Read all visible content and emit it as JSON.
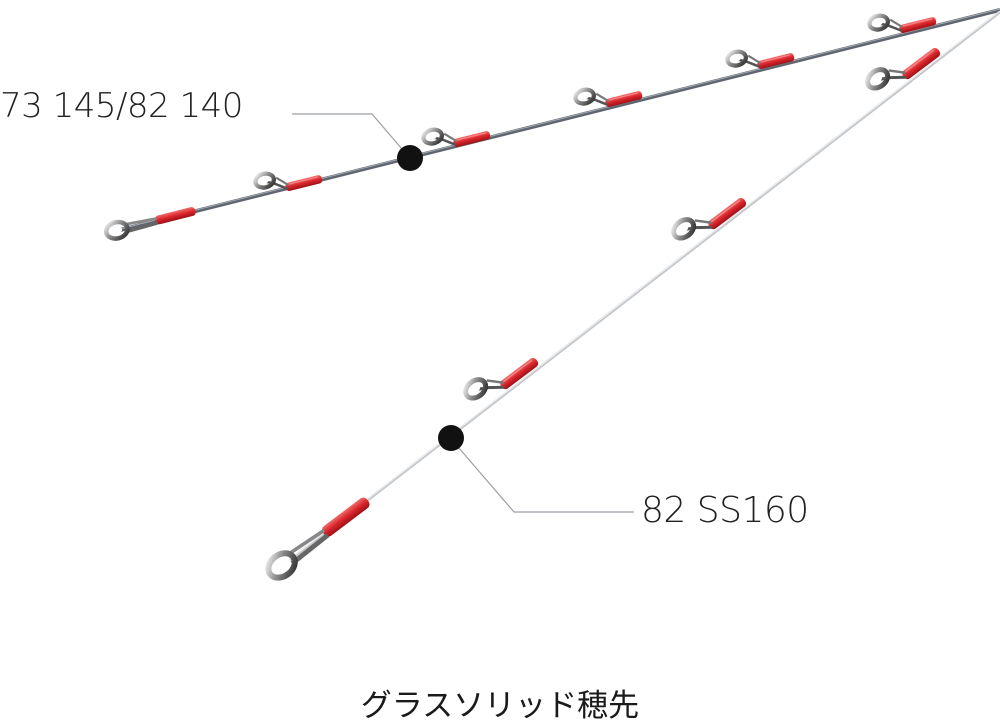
{
  "upper_rod": {
    "spec_label": "73 145/82 140"
  },
  "lower_rod": {
    "spec_label": "82 SS160"
  },
  "caption": "グラスソリッド穂先",
  "colors": {
    "rod_upper": "#6b7280",
    "rod_lower": "#c4c8cc",
    "wrap_red": "#d9252b",
    "marker": "#111111",
    "leader": "#9aa0a6"
  }
}
